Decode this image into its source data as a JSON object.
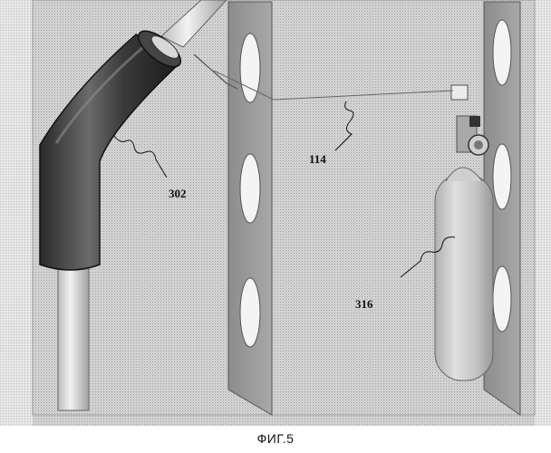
{
  "figure": {
    "caption": "ФИГ.5",
    "labels": {
      "pipe_fitting": "302",
      "wire": "114",
      "cylinder": "316"
    }
  }
}
